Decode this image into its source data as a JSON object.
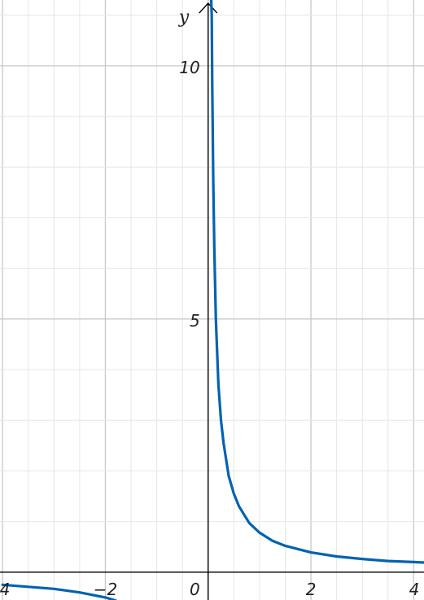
{
  "chart_data": {
    "type": "line",
    "title": "",
    "xlabel": "",
    "ylabel": "y",
    "xlim": [
      -4.05,
      4.2
    ],
    "ylim": [
      -0.55,
      11.3
    ],
    "grid": true,
    "x_tick_labels": [
      "4",
      "−2",
      "0",
      "2",
      "4"
    ],
    "y_tick_labels": [
      "10",
      "5"
    ],
    "series": [
      {
        "color": "#0063B1",
        "points": [
          [
            -4.0,
            -0.25
          ],
          [
            -3.5,
            -0.29
          ],
          [
            -3.0,
            -0.33
          ],
          [
            -2.5,
            -0.4
          ],
          [
            -2.0,
            -0.5
          ],
          [
            -1.8,
            -0.56
          ],
          [
            0.06,
            11.3
          ],
          [
            0.07,
            11.0
          ],
          [
            0.08,
            9.6
          ],
          [
            0.1,
            7.7
          ],
          [
            0.12,
            6.4
          ],
          [
            0.15,
            5.0
          ],
          [
            0.2,
            3.7
          ],
          [
            0.25,
            3.0
          ],
          [
            0.3,
            2.55
          ],
          [
            0.4,
            1.9
          ],
          [
            0.5,
            1.55
          ],
          [
            0.6,
            1.3
          ],
          [
            0.8,
            0.97
          ],
          [
            1.0,
            0.78
          ],
          [
            1.25,
            0.62
          ],
          [
            1.5,
            0.52
          ],
          [
            2.0,
            0.39
          ],
          [
            2.5,
            0.31
          ],
          [
            3.0,
            0.26
          ],
          [
            3.5,
            0.22
          ],
          [
            4.0,
            0.2
          ],
          [
            4.2,
            0.19
          ]
        ]
      }
    ]
  }
}
